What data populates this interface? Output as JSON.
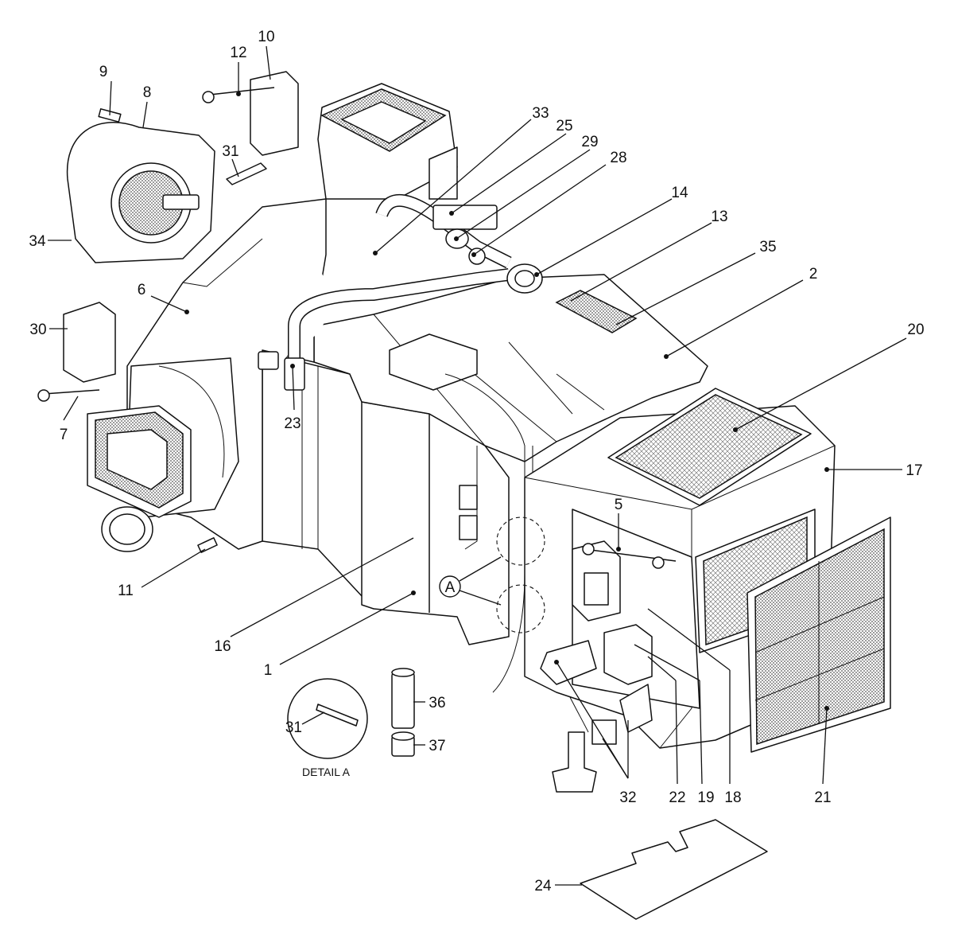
{
  "diagram": {
    "callouts": [
      "1",
      "2",
      "5",
      "6",
      "7",
      "8",
      "9",
      "10",
      "11",
      "12",
      "13",
      "14",
      "16",
      "17",
      "18",
      "19",
      "20",
      "21",
      "22",
      "23",
      "24",
      "25",
      "28",
      "29",
      "30",
      "31",
      "32",
      "33",
      "34",
      "35",
      "36",
      "37"
    ],
    "detail_marker": "A",
    "detail_callout": "31",
    "detail_caption": "DETAIL A"
  }
}
